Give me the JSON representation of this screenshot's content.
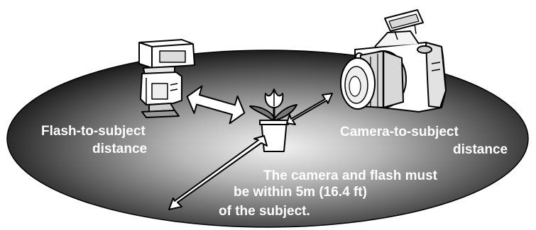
{
  "labels": {
    "flash_distance": [
      "Flash-to-subject",
      "distance"
    ],
    "camera_distance": [
      "Camera-to-subject",
      "distance"
    ],
    "note": [
      "The camera and flash must",
      "be within 5m (16.4 ft)",
      "of the subject."
    ]
  },
  "colors": {
    "floor_edge": "#1c1c1c",
    "floor_center": "#f2f2f2",
    "label_text": "#ffffff",
    "line_art": "#000000"
  },
  "icons": [
    "flash-unit-icon",
    "camera-icon",
    "tulip-subject-icon",
    "double-arrow-icon"
  ]
}
